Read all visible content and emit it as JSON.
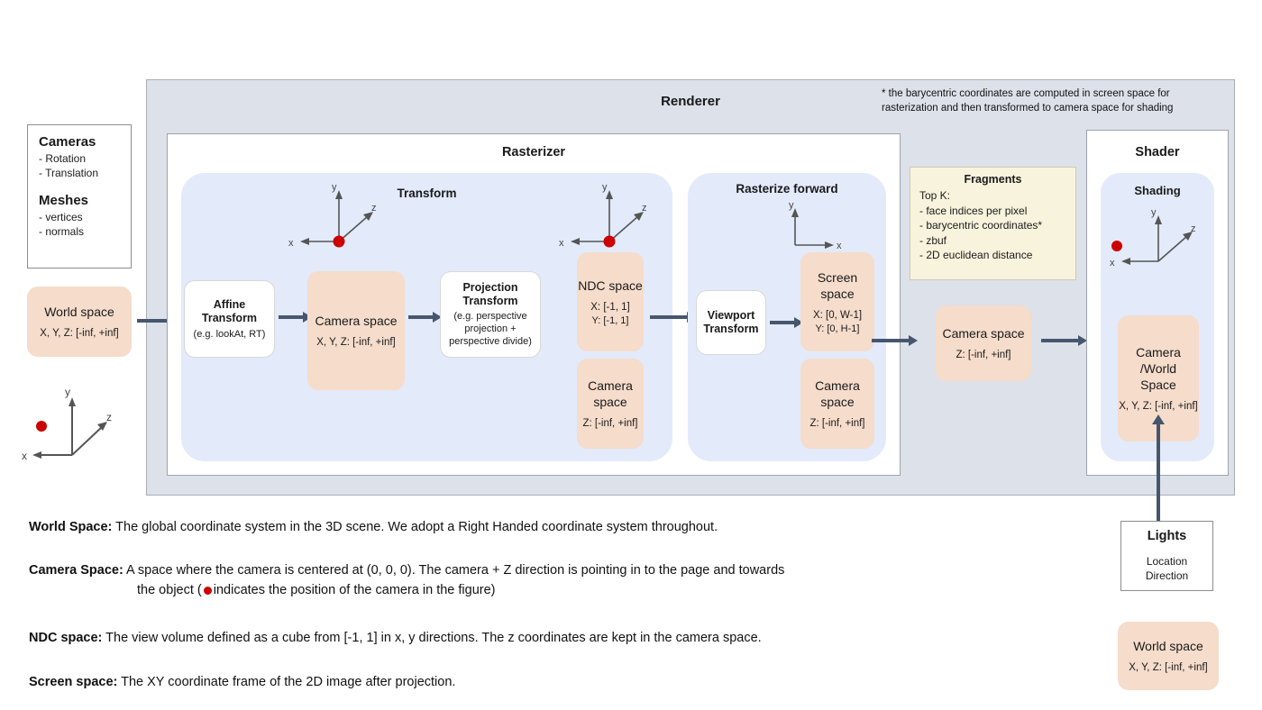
{
  "renderer": {
    "title": "Renderer",
    "footnote": "* the barycentric coordinates are computed in screen space for rasterization and then transformed to camera space for shading"
  },
  "inputs": {
    "cameras_title": "Cameras",
    "cameras_items": [
      "- Rotation",
      "- Translation"
    ],
    "meshes_title": "Meshes",
    "meshes_items": [
      "- vertices",
      "- normals"
    ],
    "world_space": {
      "title": "World space",
      "range": "X, Y, Z: [-inf, +inf]"
    }
  },
  "rasterizer": {
    "title": "Rasterizer",
    "transform": {
      "title": "Transform",
      "affine": {
        "title": "Affine Transform",
        "sub": "(e.g. lookAt, RT)"
      },
      "camera_space": {
        "title": "Camera space",
        "range": "X, Y, Z: [-inf, +inf]"
      },
      "projection": {
        "title": "Projection Transform",
        "sub": "(e.g. perspective projection + perspective divide)"
      },
      "ndc_space": {
        "title": "NDC space",
        "range_x": "X: [-1, 1]",
        "range_y": "Y: [-1, 1]"
      },
      "camera_space2": {
        "title": "Camera space",
        "range": "Z: [-inf, +inf]"
      }
    },
    "rasterize_forward": {
      "title": "Rasterize forward",
      "viewport": {
        "title": "Viewport Transform"
      },
      "screen_space": {
        "title": "Screen space",
        "range_x": "X: [0, W-1]",
        "range_y": "Y: [0,  H-1]"
      },
      "camera_space": {
        "title": "Camera space",
        "range": "Z: [-inf, +inf]"
      }
    }
  },
  "fragments": {
    "title": "Fragments",
    "lead": "Top K:",
    "items": [
      "- face indices per pixel",
      "- barycentric coordinates*",
      "- zbuf",
      "- 2D euclidean distance"
    ]
  },
  "mid_camera_space": {
    "title": "Camera space",
    "range": "Z: [-inf, +inf]"
  },
  "shader": {
    "title": "Shader",
    "shading_title": "Shading",
    "space": {
      "title_line1": "Camera",
      "title_line2": "/World",
      "title_line3": "Space",
      "range": "X, Y, Z: [-inf, +inf]"
    }
  },
  "lights": {
    "title": "Lights",
    "items": [
      "Location",
      "Direction"
    ],
    "world_space": {
      "title": "World space",
      "range": "X, Y, Z: [-inf, +inf]"
    }
  },
  "axes": {
    "x": "x",
    "y": "y",
    "z": "z"
  },
  "legend": [
    {
      "term": "World Space:",
      "text": "The global coordinate system in the 3D scene. We adopt a Right Handed coordinate system throughout."
    },
    {
      "term": "Camera Space:",
      "text": "A space where the camera is centered at (0, 0, 0). The camera + Z direction is pointing in to the page and towards"
    },
    {
      "term": "NDC space:",
      "text": "The view volume defined as a cube from [-1, 1] in x, y directions. The z coordinates are kept in the camera space."
    },
    {
      "term": "Screen space:",
      "text": "The XY coordinate frame of the 2D image after projection."
    }
  ],
  "legend_camera_cont_a": "the object (",
  "legend_camera_cont_b": "indicates the position of the camera in the figure)",
  "colors": {
    "peach": "#f5dccb",
    "light_blue": "#e3eafa",
    "panel_grey": "#dde1e9",
    "cream": "#f8f3dc",
    "arrow": "#46566e",
    "camera_dot": "#cc0000"
  }
}
